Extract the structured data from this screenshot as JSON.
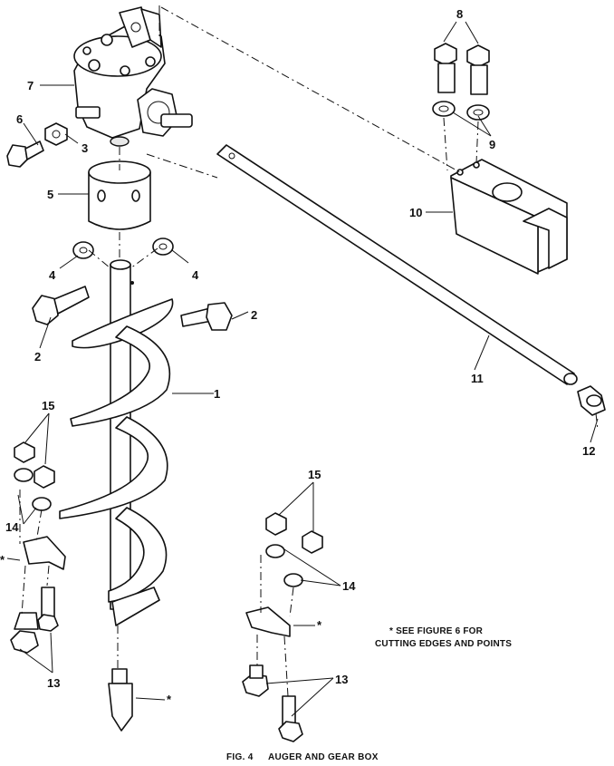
{
  "labels": {
    "p1": "1",
    "p2a": "2",
    "p2b": "2",
    "p3": "3",
    "p4a": "4",
    "p4b": "4",
    "p5": "5",
    "p6": "6",
    "p7": "7",
    "p8": "8",
    "p9": "9",
    "p10": "10",
    "p11": "11",
    "p12": "12",
    "p13a": "13",
    "p13b": "13",
    "p14a": "14",
    "p14b": "14",
    "p15a": "15",
    "p15b": "15"
  },
  "asterisks": {
    "a1": "*",
    "a2": "*",
    "a3": "*"
  },
  "note": {
    "line1": "* SEE FIGURE 6 FOR",
    "line2": "CUTTING EDGES AND POINTS"
  },
  "caption": {
    "fig": "FIG. 4",
    "title": "AUGER AND GEAR BOX"
  }
}
